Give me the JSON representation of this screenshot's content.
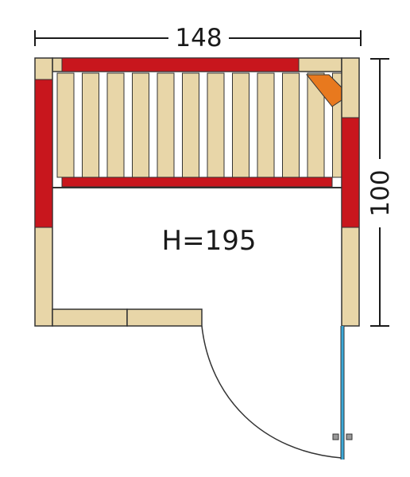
{
  "dimensions": {
    "width": "148",
    "depth": "100"
  },
  "height_label": "H=195",
  "colors": {
    "wood": "#e8d6a8",
    "outline": "#333333",
    "heater_red": "#c8161d",
    "corner_orange": "#e8791e",
    "glass_blue": "#3aa8d8",
    "dimension_line": "#1a1a1a"
  }
}
